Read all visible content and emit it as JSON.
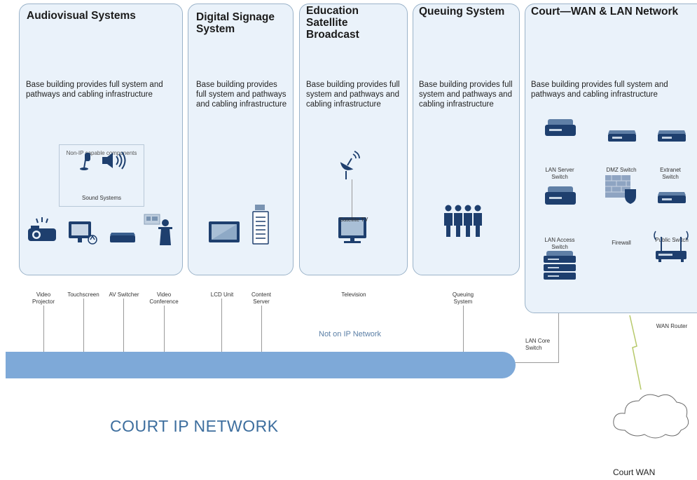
{
  "panels": {
    "audiovisual": {
      "title": "Audiovisual Systems",
      "desc": "Base building provides full system and pathways and cabling infrastructure"
    },
    "signage": {
      "title_line1": "Digital Signage",
      "title_line2": "System",
      "desc": "Base building provides full system and pathways and cabling infrastructure"
    },
    "education": {
      "title_line1": "Education",
      "title_line2": "Satellite",
      "title_line3": "Broadcast",
      "desc": "Base building provides full system and pathways and cabling infrastructure"
    },
    "queuing": {
      "title": "Queuing System",
      "desc": "Base building provides full system and pathways and cabling infrastructure"
    },
    "court": {
      "title": "Court—WAN & LAN Network",
      "desc": "Base building provides full system and pathways and cabling infrastructure"
    }
  },
  "audiovisual_items": {
    "non_ip": "Non-IP capable components",
    "sound": "Sound Systems",
    "video_projector": "Video Projector",
    "touchscreen": "Touchscreen",
    "av_switcher": "AV Switcher",
    "video_conference": "Video Conference"
  },
  "signage_items": {
    "lcd": "LCD Unit",
    "content_server": "Content Server"
  },
  "education_items": {
    "satellite_tv": "Satellite TV",
    "television": "Television"
  },
  "queuing_items": {
    "queuing_system": "Queuing System"
  },
  "court_items": {
    "lan_server": "LAN Server Switch",
    "dmz": "DMZ Switch",
    "extranet": "Extranet Switch",
    "lan_access": "LAN Access Switch",
    "firewall": "Firewall",
    "public_switch": "Public Switch",
    "wan_router": "WAN Router",
    "lan_core": "LAN Core Switch"
  },
  "network": {
    "not_on_ip": "Not on IP Network",
    "court_ip": "COURT IP NETWORK",
    "court_wan": "Court WAN"
  },
  "colors": {
    "panel_bg": "#eaf2fa",
    "panel_border": "#9bb3c9",
    "bus": "#7ea9d8",
    "icon": "#1e3f6e",
    "network_text": "#3d6e9e"
  }
}
